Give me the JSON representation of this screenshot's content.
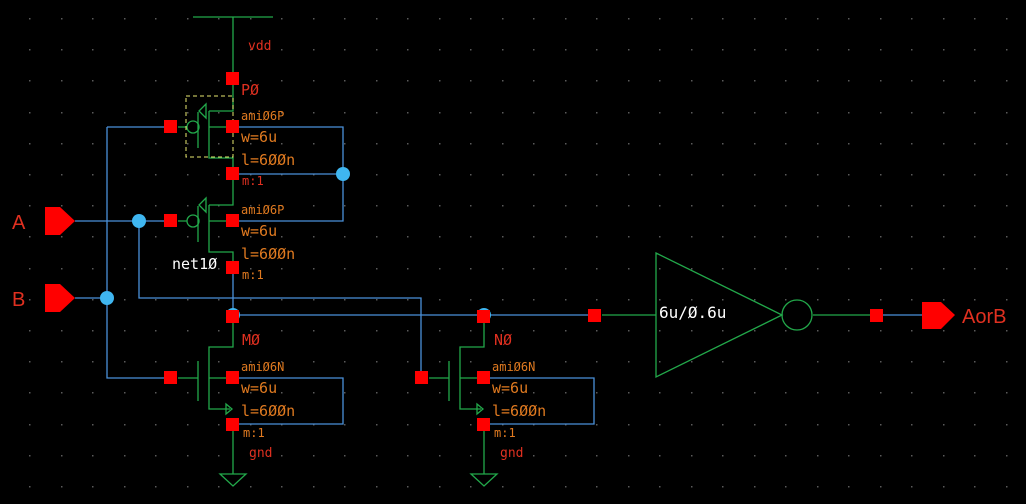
{
  "schematic": {
    "colors": {
      "background": "#000000",
      "grid": "#5a5a5a",
      "wire": "#4a90d9",
      "device": "#22a84a",
      "pin": "#ff0000",
      "junction": "#3fb6f0",
      "inst_label": "#e03020",
      "param_label": "#e07a20",
      "net_label": "#ffffff",
      "selection": "#e8e870"
    },
    "pins": [
      {
        "name": "A",
        "direction": "input"
      },
      {
        "name": "B",
        "direction": "input"
      },
      {
        "name": "AorB",
        "direction": "output"
      }
    ],
    "supplies": {
      "vdd": "vdd",
      "gnd": "gnd"
    },
    "net_labels": {
      "net10": "net1Ø"
    },
    "transistors": [
      {
        "id": "P0",
        "name": "PØ",
        "model": "amiØ6P",
        "w": "w=6u",
        "l": "l=6ØØn",
        "m": "m:1",
        "selected": true
      },
      {
        "id": "P1",
        "name": "",
        "model": "amiØ6P",
        "w": "w=6u",
        "l": "l=6ØØn",
        "m": "m:1",
        "selected": false
      },
      {
        "id": "M0",
        "name": "MØ",
        "model": "amiØ6N",
        "w": "w=6u",
        "l": "l=6ØØn",
        "m": "m:1",
        "selected": false
      },
      {
        "id": "N0",
        "name": "NØ",
        "model": "amiØ6N",
        "w": "w=6u",
        "l": "l=6ØØn",
        "m": "m:1",
        "selected": false
      }
    ],
    "inverter": {
      "label": "6u/Ø.6u"
    }
  }
}
